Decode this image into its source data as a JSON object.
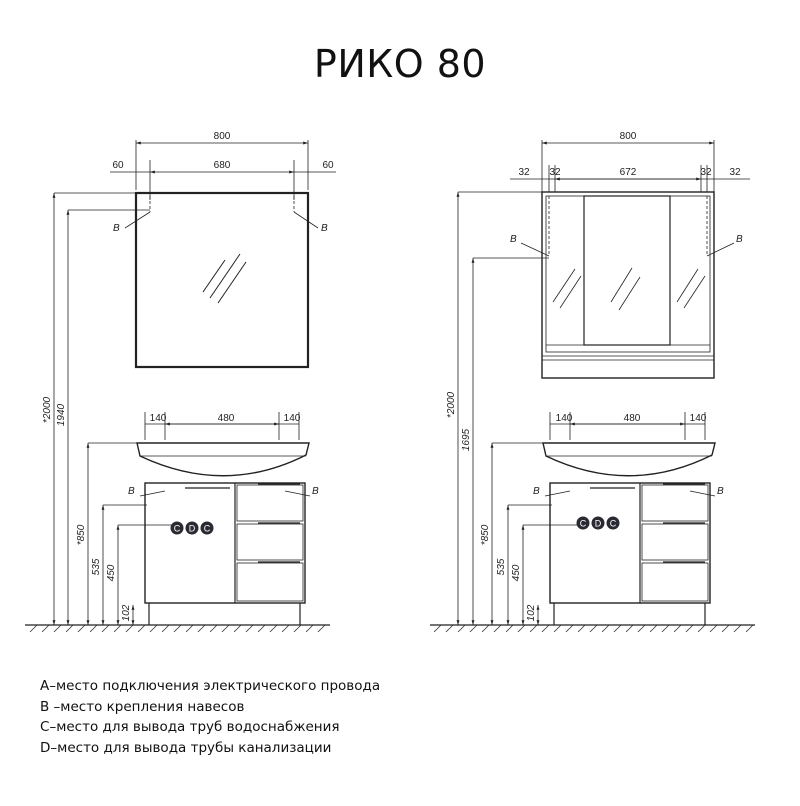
{
  "title": "РИКО 80",
  "left_view": {
    "mirror": {
      "overall_width": "800",
      "side_left": "60",
      "inner_width": "680",
      "side_right": "60"
    },
    "cabinet": {
      "side_left": "140",
      "inner_width": "480",
      "side_right": "140"
    },
    "heights": {
      "total": "*2000",
      "mount": "1940",
      "sink": "*850",
      "h535": "535",
      "h450": "450",
      "h102": "102"
    },
    "marker_b": "B",
    "markers_cdc": [
      "C",
      "D",
      "C"
    ]
  },
  "right_view": {
    "cabinet_top": {
      "overall_width": "800",
      "side_outer_left": "32",
      "side_inner_left": "32",
      "inner_width": "672",
      "side_inner_right": "32",
      "side_outer_right": "32"
    },
    "cabinet": {
      "side_left": "140",
      "inner_width": "480",
      "side_right": "140"
    },
    "heights": {
      "total": "*2000",
      "mount": "1695",
      "sink": "*850",
      "h535": "535",
      "h450": "450",
      "h102": "102"
    },
    "marker_b": "B",
    "markers_cdc": [
      "C",
      "D",
      "C"
    ]
  },
  "legend": [
    {
      "letter": "A",
      "text": "–место подключения электрического провода"
    },
    {
      "letter": "B",
      "text": " –место крепления навесов"
    },
    {
      "letter": "C",
      "text": "–место для вывода труб водоснабжения"
    },
    {
      "letter": "D",
      "text": "–место для вывода трубы канализации"
    }
  ]
}
